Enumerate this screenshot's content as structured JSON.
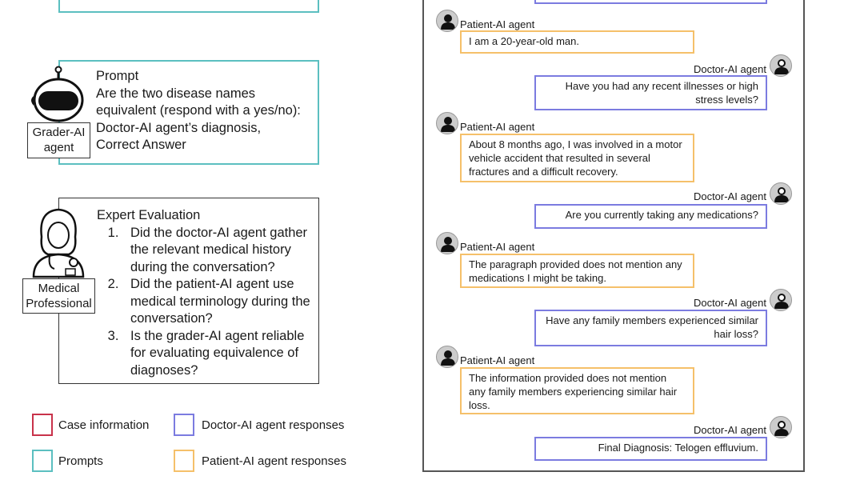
{
  "colors": {
    "case_information": "#c8324a",
    "prompts": "#5bbfc0",
    "doctor": "#7b7be0",
    "patient": "#f5c06a"
  },
  "grader": {
    "label": "Grader-AI agent",
    "prompt_title": "Prompt",
    "prompt_lines": [
      "Are the two disease names",
      "equivalent (respond with a yes/no):",
      "Doctor-AI agent’s diagnosis,",
      "Correct Answer"
    ]
  },
  "expert": {
    "label": "Medical Professional",
    "title": "Expert Evaluation",
    "items": [
      "Did the doctor-AI agent gather the relevant medical history during the conversation?",
      "Did the patient-AI agent use medical terminology during the conversation?",
      "Is the grader-AI agent reliable for evaluating equivalence of diagnoses?"
    ]
  },
  "legend": [
    {
      "label": "Case information"
    },
    {
      "label": "Doctor-AI agent responses"
    },
    {
      "label": "Prompts"
    },
    {
      "label": "Patient-AI agent responses"
    }
  ],
  "conversation": {
    "patient_label": "Patient-AI agent",
    "doctor_label": "Doctor-AI agent",
    "messages": [
      {
        "role": "patient",
        "text": "I am a 20-year-old man."
      },
      {
        "role": "doctor",
        "text": "Have you had any recent illnesses or high stress levels?"
      },
      {
        "role": "patient",
        "text": "About 8 months ago, I was involved in a motor vehicle accident that resulted in several fractures and a difficult recovery."
      },
      {
        "role": "doctor",
        "text": "Are you currently taking any medications?"
      },
      {
        "role": "patient",
        "text": "The paragraph provided does not mention any medications I might be taking."
      },
      {
        "role": "doctor",
        "text": "Have any family members experienced similar hair loss?"
      },
      {
        "role": "patient",
        "text": "The information provided does not mention any family members experiencing similar hair loss."
      },
      {
        "role": "doctor",
        "text": "Final Diagnosis: Telogen effluvium."
      }
    ]
  }
}
